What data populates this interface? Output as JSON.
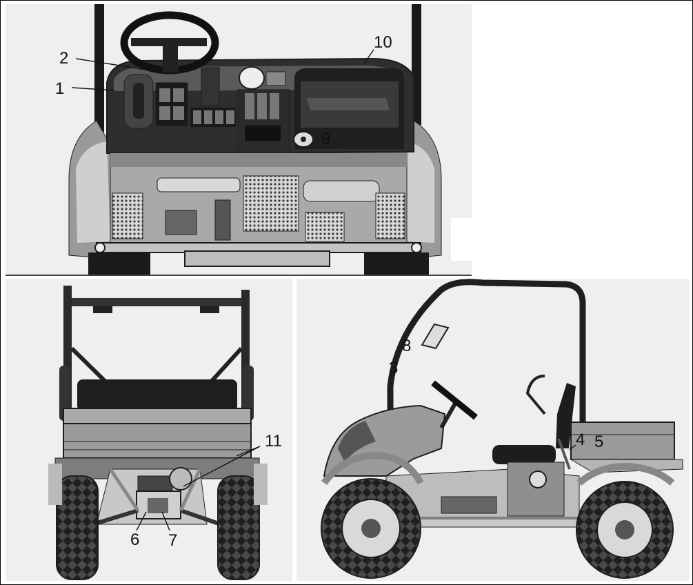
{
  "callouts": {
    "c1": "1",
    "c2": "2",
    "c3": "3",
    "c4": "4",
    "c5": "5",
    "c6": "6",
    "c7": "7",
    "c8": "8",
    "c9": "9",
    "c10": "10",
    "c11": "11"
  },
  "colors": {
    "background": "#ffffff",
    "panel": "#efefef",
    "dark": "#2a2a2a",
    "mid": "#6d6d6d",
    "light": "#bdbdbd",
    "border": "#000000"
  }
}
